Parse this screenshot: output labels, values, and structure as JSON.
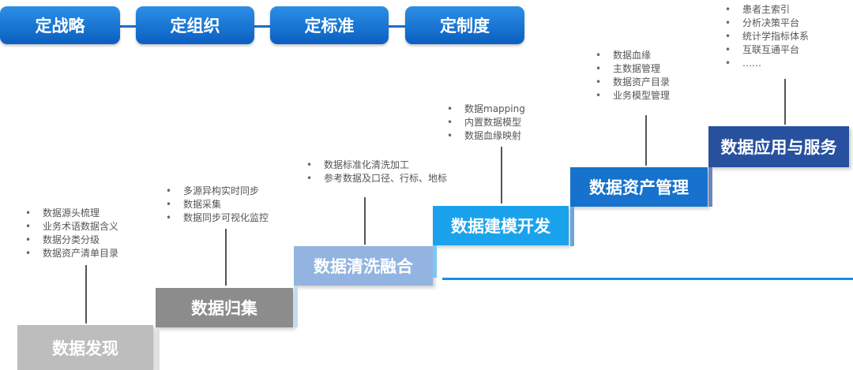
{
  "pillars": [
    "定战略",
    "定组织",
    "定标准",
    "定制度"
  ],
  "steps": [
    {
      "label": "数据发现",
      "color": "#bdbdbd",
      "items": [
        "数据源头梳理",
        "业务术语数据含义",
        "数据分类分级",
        "数据资产清单目录"
      ]
    },
    {
      "label": "数据归集",
      "color": "#8c8c8c",
      "items": [
        "多源异构实时同步",
        "数据采集",
        "数据同步可视化监控"
      ]
    },
    {
      "label": "数据清洗融合",
      "color": "#93b4e0",
      "items": [
        "数据标准化清洗加工",
        "参考数据及口径、行标、地标"
      ]
    },
    {
      "label": "数据建模开发",
      "color": "#1aa3ec",
      "items": [
        "数据mapping",
        "内置数据模型",
        "数据血缘映射"
      ]
    },
    {
      "label": "数据资产管理",
      "color": "#1672cc",
      "items": [
        "数据血缘",
        "主数据管理",
        "数据资产目录",
        "业务模型管理"
      ]
    },
    {
      "label": "数据应用与服务",
      "color": "#27519e",
      "items": [
        "患者主索引",
        "分析决策平台",
        "统计学指标体系",
        "互联互通平台",
        "……"
      ]
    }
  ]
}
